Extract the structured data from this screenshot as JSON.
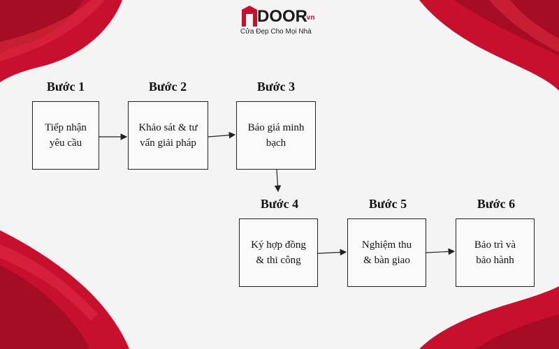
{
  "logo": {
    "wordmark": "DOOR",
    "domain_suffix": ".vn",
    "tagline": "Cửa Đẹp Cho Mọi Nhà",
    "brand_color": "#c8102e"
  },
  "theme": {
    "curtain_color": "#c8102e",
    "curtain_shadow": "#8e0a1e",
    "background": "#f4f4f4"
  },
  "steps": [
    {
      "label": "Bước 1",
      "text": "Tiếp nhận\nyêu cầu"
    },
    {
      "label": "Bước 2",
      "text": "Khảo sát & tư\nvấn giải pháp"
    },
    {
      "label": "Bước 3",
      "text": "Báo giá minh\nbạch"
    },
    {
      "label": "Bước 4",
      "text": "Ký hợp đồng\n& thi công"
    },
    {
      "label": "Bước 5",
      "text": "Nghiệm thu\n& bàn giao"
    },
    {
      "label": "Bước 6",
      "text": "Bảo trì và\nbảo hành"
    }
  ]
}
